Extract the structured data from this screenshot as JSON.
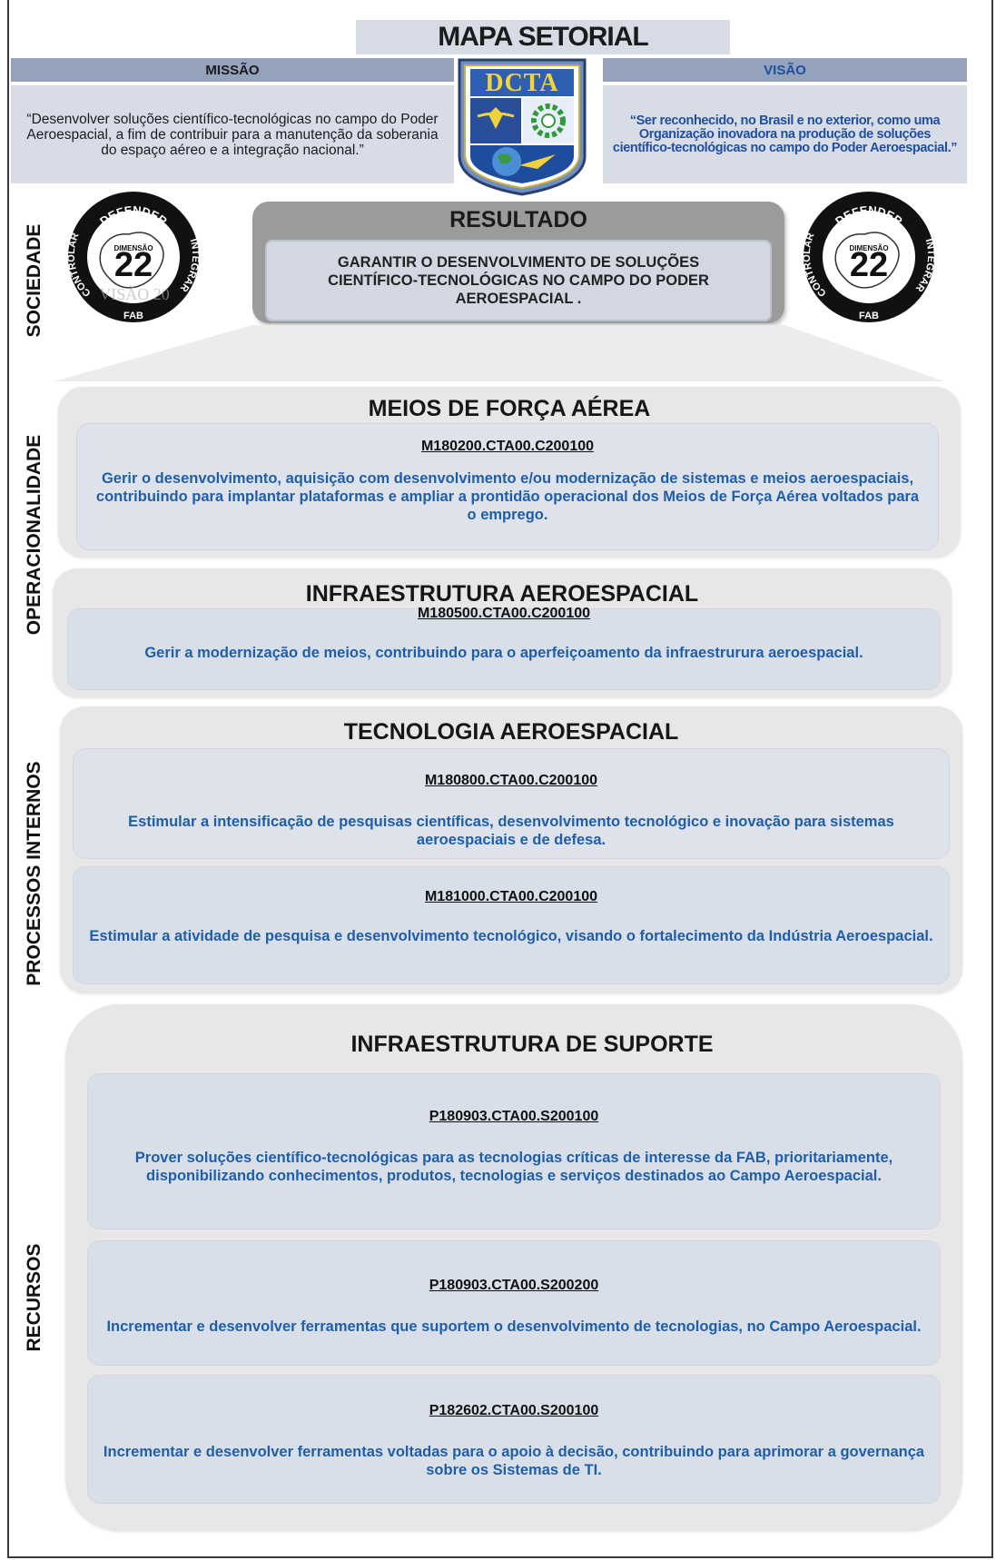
{
  "title": "MAPA SETORIAL",
  "missao": {
    "heading": "MISSÃO",
    "text": "“Desenvolver soluções científico-tecnológicas no campo do Poder Aeroespacial, a fim de contribuir para a manutenção da soberania do espaço aéreo e a integração nacional.”"
  },
  "visao": {
    "heading": "VISÃO",
    "text": "“Ser reconhecido, no Brasil e no exterior, como uma Organização inovadora na produção de soluções científico-tecnológicas no campo do Poder Aeroespacial.”"
  },
  "emblem": {
    "text": "DCTA",
    "icon": "dcta-coat-of-arms"
  },
  "badge": {
    "top": "DEFENDER",
    "left": "CONTROLAR",
    "right": "INTEGRAR",
    "bottom": "FAB",
    "small": "DIMENSÃO",
    "number": "22",
    "ghost": "VISÃO 20"
  },
  "resultado": {
    "title": "RESULTADO",
    "text": "GARANTIR O DESENVOLVIMENTO DE SOLUÇÕES CIENTÍFICO-TECNOLÓGICAS NO CAMPO DO PODER AEROESPACIAL ."
  },
  "side_labels": {
    "sociedade": "SOCIEDADE",
    "operacionalidade": "OPERACIONALIDADE",
    "processos": "PROCESSOS INTERNOS",
    "recursos": "RECURSOS"
  },
  "panels": [
    {
      "title": "MEIOS DE FORÇA AÉREA",
      "cards": [
        {
          "code": "M180200.CTA00.C200100",
          "text": "Gerir o desenvolvimento, aquisição com desenvolvimento e/ou modernização de sistemas e meios aeroespaciais, contribuindo para implantar plataformas e ampliar a prontidão operacional dos Meios de Força Aérea voltados para o emprego."
        }
      ]
    },
    {
      "title": "INFRAESTRUTURA AEROESPACIAL",
      "cards": [
        {
          "code": "M180500.CTA00.C200100",
          "text": "Gerir a modernização de meios, contribuindo para o aperfeiçoamento da infraestrurura aeroespacial."
        }
      ]
    },
    {
      "title": "TECNOLOGIA AEROESPACIAL",
      "cards": [
        {
          "code": "M180800.CTA00.C200100",
          "text": "Estimular a intensificação de pesquisas científicas, desenvolvimento tecnológico e inovação para sistemas aeroespaciais e de defesa."
        },
        {
          "code": "M181000.CTA00.C200100",
          "text": "Estimular a atividade de pesquisa e desenvolvimento tecnológico, visando o fortalecimento da Indústria Aeroespacial."
        }
      ]
    },
    {
      "title": "INFRAESTRUTURA DE SUPORTE",
      "cards": [
        {
          "code": "P180903.CTA00.S200100",
          "text": "Prover soluções científico-tecnológicas para as tecnologias críticas de interesse da FAB, prioritariamente, disponibilizando conhecimentos, produtos, tecnologias e serviços destinados ao Campo Aeroespacial."
        },
        {
          "code": "P180903.CTA00.S200200",
          "text": "Incrementar e desenvolver ferramentas que suportem o desenvolvimento de tecnologias, no Campo Aeroespacial."
        },
        {
          "code": "P182602.CTA00.S200100",
          "text": "Incrementar e desenvolver ferramentas voltadas para o apoio à decisão, contribuindo para aprimorar a governança sobre os Sistemas de TI."
        }
      ]
    }
  ]
}
